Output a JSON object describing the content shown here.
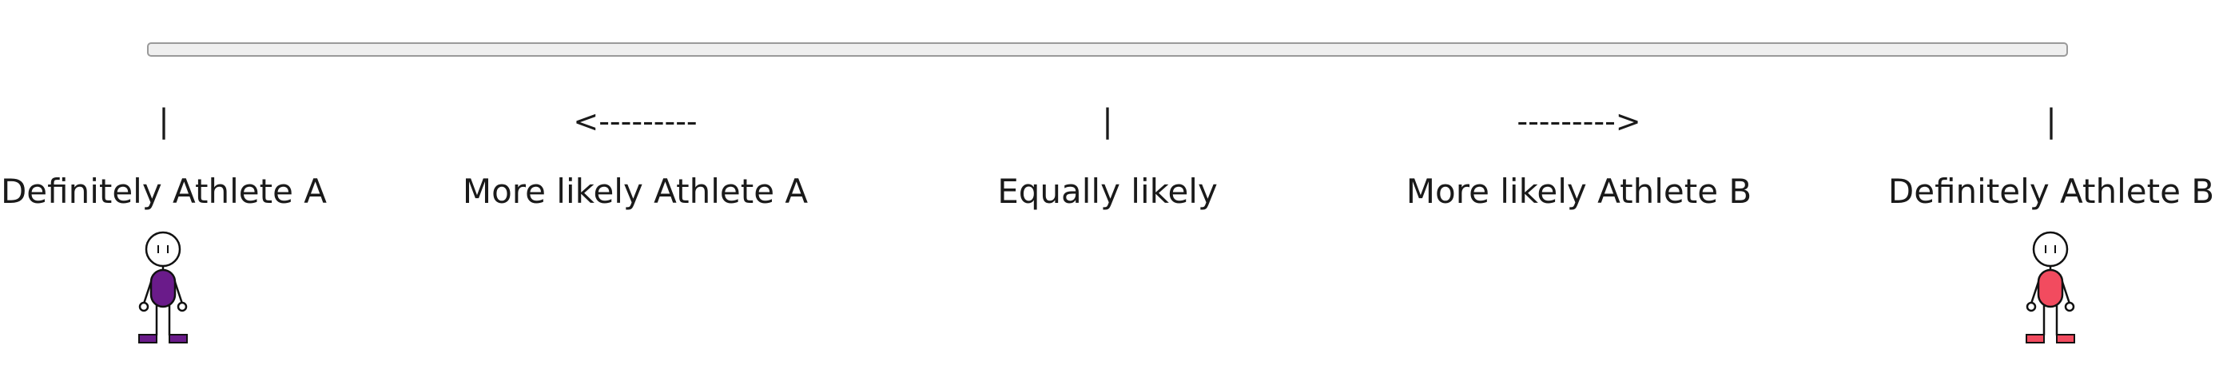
{
  "scale": {
    "markers": {
      "left_tick": "|",
      "left_arrow": "<---------",
      "center_tick": "|",
      "right_arrow": "--------->",
      "right_tick": "|"
    },
    "labels": {
      "definitely_a": "Definitely Athlete A",
      "more_likely_a": "More likely Athlete A",
      "equally_likely": "Equally likely",
      "more_likely_b": "More likely Athlete B",
      "definitely_b": "Definitely Athlete B"
    }
  },
  "athletes": {
    "a": {
      "color": "#6a1b8a",
      "icon": "stick-figure-icon"
    },
    "b": {
      "color": "#f24b5f",
      "icon": "stick-figure-icon"
    }
  }
}
